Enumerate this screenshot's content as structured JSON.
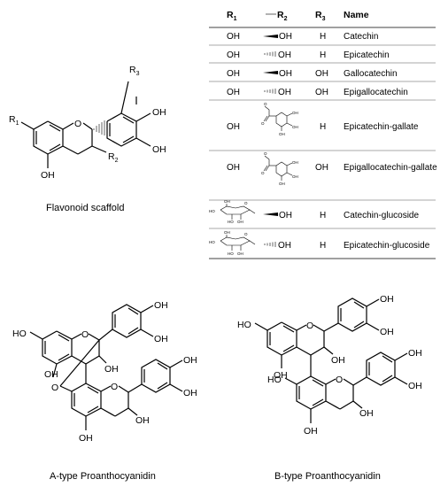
{
  "scaffold": {
    "r1": "R",
    "r1_sub": "1",
    "r2": "R",
    "r2_sub": "2",
    "r3": "R",
    "r3_sub": "3",
    "o": "O",
    "oh_a": "OH",
    "oh_b": "OH",
    "oh_c": "OH",
    "caption": "Flavonoid scaffold"
  },
  "table": {
    "headers": {
      "r1": "R",
      "r1_sub": "1",
      "r2": "R",
      "r2_sub": "2",
      "r3": "R",
      "r3_sub": "3",
      "name": "Name"
    },
    "rows": [
      {
        "r1": "OH",
        "r2": "OH",
        "r3": "H",
        "name": "Catechin"
      },
      {
        "r1": "OH",
        "r2": "OH",
        "r3": "H",
        "name": "Epicatechin"
      },
      {
        "r1": "OH",
        "r2": "OH",
        "r3": "OH",
        "name": "Gallocatechin"
      },
      {
        "r1": "OH",
        "r2": "OH",
        "r3": "OH",
        "name": "Epigallocatechin"
      },
      {
        "r1": "OH",
        "r2": "",
        "r3": "H",
        "name": "Epicatechin-gallate"
      },
      {
        "r1": "OH",
        "r2": "",
        "r3": "OH",
        "name": "Epigallocatechin-gallate"
      },
      {
        "r1": "",
        "r2": "OH",
        "r3": "H",
        "name": "Catechin-glucoside"
      },
      {
        "r1": "",
        "r2": "OH",
        "r3": "H",
        "name": "Epicatechin-glucoside"
      }
    ],
    "gallate_labels": {
      "o": "O",
      "oh": "OH"
    },
    "glucose_labels": {
      "ho": "HO",
      "oh": "OH",
      "o": "O"
    }
  },
  "a_type": {
    "ho": "HO",
    "oh": "OH",
    "o": "O",
    "caption": "A-type Proanthocyanidin"
  },
  "b_type": {
    "ho": "HO",
    "oh": "OH",
    "o": "O",
    "caption": "B-type Proanthocyanidin"
  }
}
